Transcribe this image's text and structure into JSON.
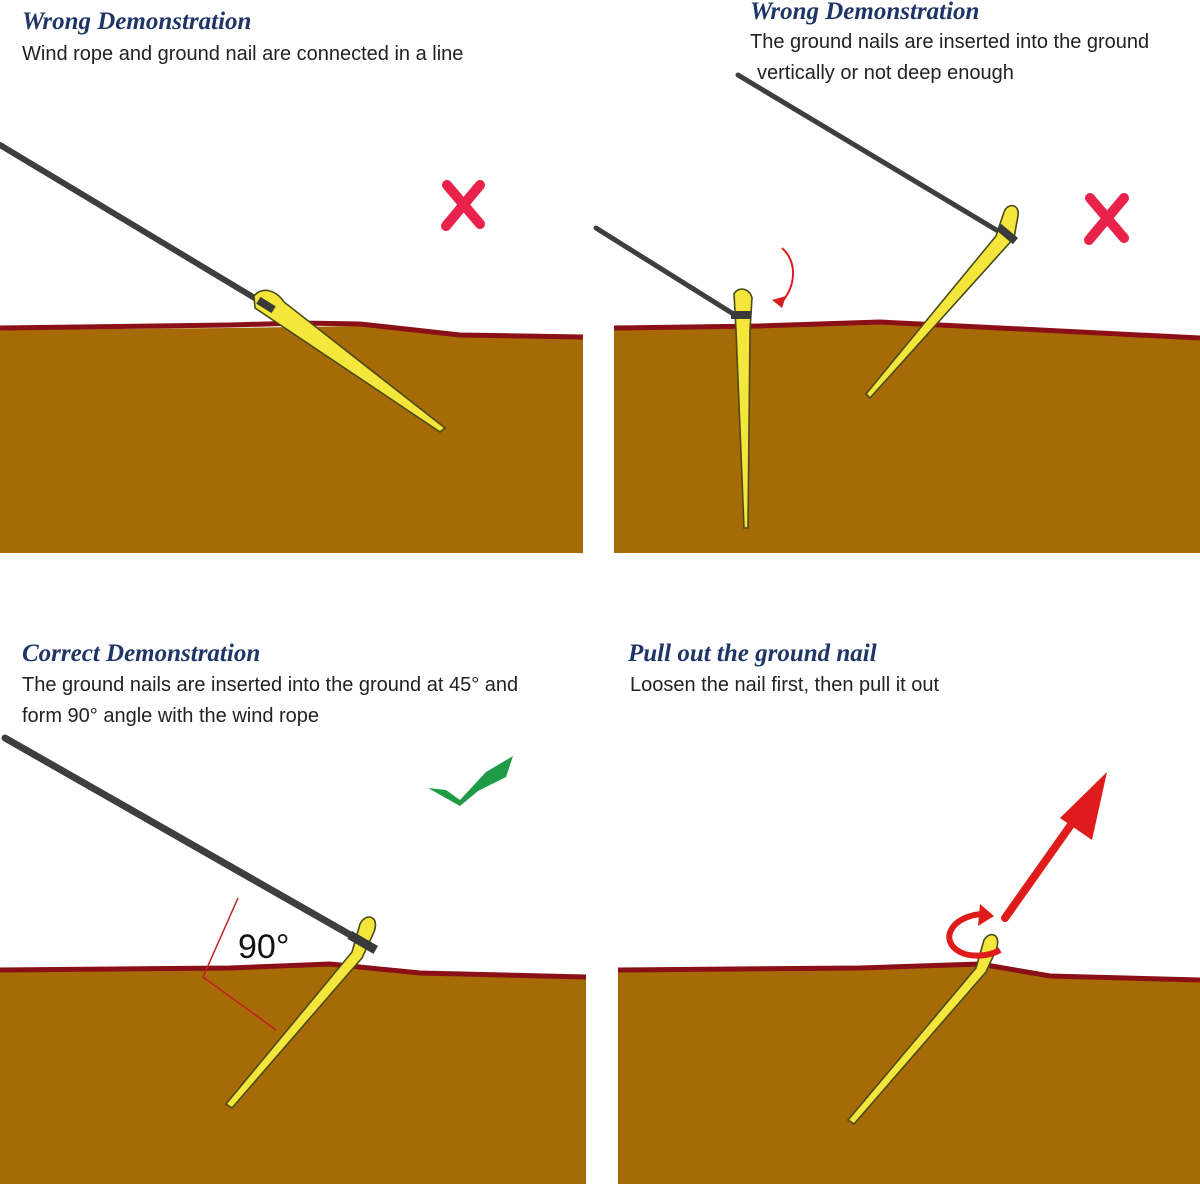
{
  "panels": [
    {
      "title": "Wrong Demonstration",
      "description_lines": [
        "Wind rope and ground nail are connected in a line"
      ],
      "mark": "cross"
    },
    {
      "title": "Wrong Demonstration",
      "description_lines": [
        "The ground nails are inserted into the ground",
        "vertically or not deep enough"
      ],
      "mark": "cross"
    },
    {
      "title": "Correct  Demonstration",
      "description_lines": [
        "The ground nails are inserted into the ground at 45° and",
        "form 90° angle with the wind rope"
      ],
      "mark": "check",
      "angle_label": "90°"
    },
    {
      "title": "Pull out the ground nail",
      "description_lines": [
        "Loosen the nail first, then pull it out"
      ],
      "mark": "none"
    }
  ],
  "colors": {
    "soil": "#a66a06",
    "ground_line": "#8a0f16",
    "nail": "#f4e63a",
    "rope": "#3e3e3e",
    "cross": "#e8224a",
    "check": "#1f9a45",
    "arrow": "#e01b1b",
    "title": "#1f3566"
  },
  "icons": [
    "cross-icon",
    "check-icon",
    "rotation-arrow-icon",
    "pull-arrow-icon"
  ]
}
